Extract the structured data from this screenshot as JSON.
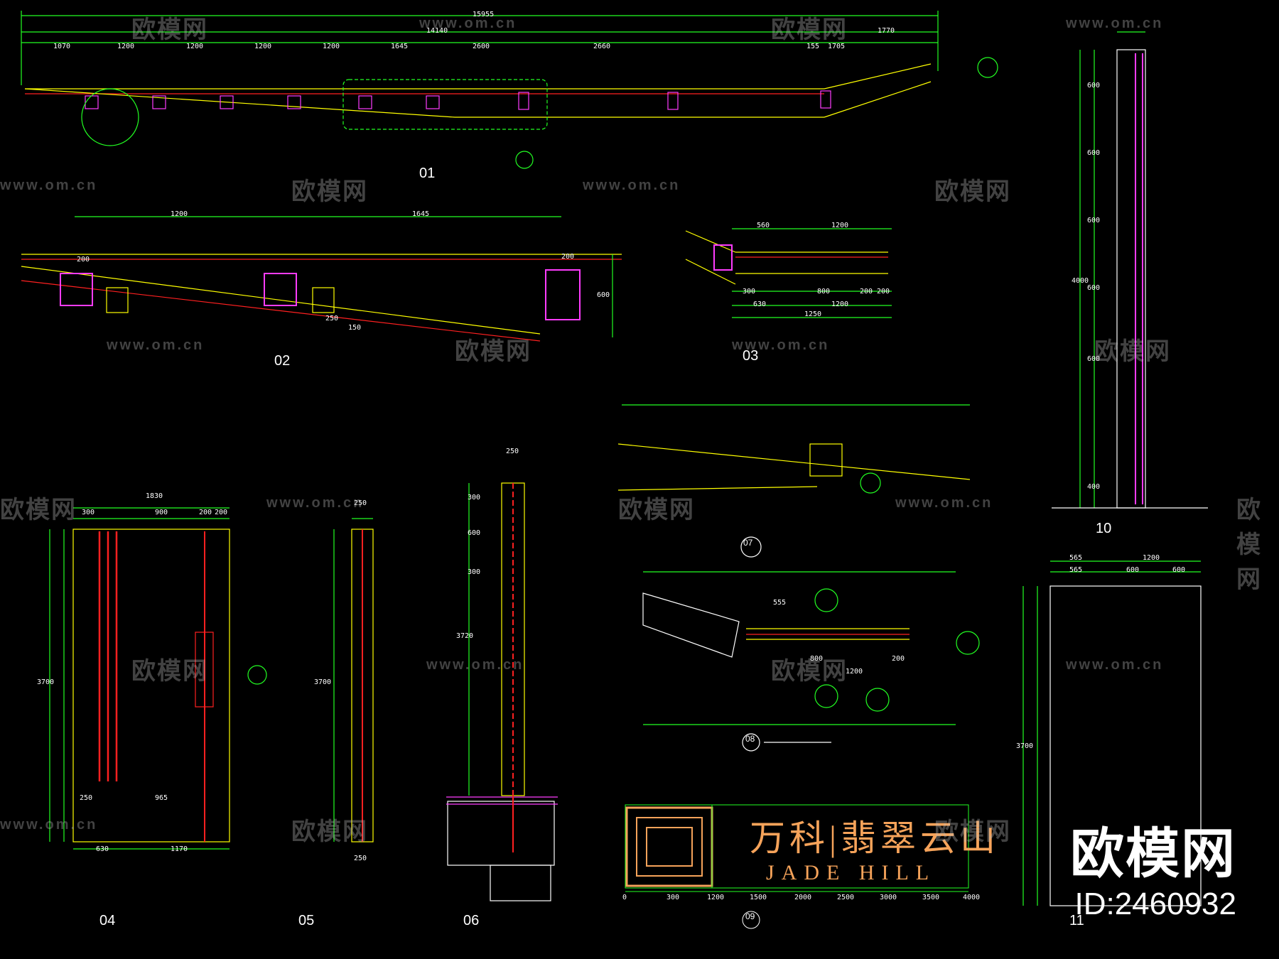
{
  "drawing": {
    "details": [
      {
        "id": "01"
      },
      {
        "id": "02"
      },
      {
        "id": "03"
      },
      {
        "id": "04"
      },
      {
        "id": "05"
      },
      {
        "id": "06"
      },
      {
        "id": "07"
      },
      {
        "id": "08"
      },
      {
        "id": "09"
      },
      {
        "id": "10"
      },
      {
        "id": "11"
      }
    ],
    "dims_01": [
      "15955",
      "14140",
      "1070",
      "1200",
      "1200",
      "1200",
      "1200",
      "1645",
      "2600",
      "2660",
      "1770",
      "1705",
      "155"
    ],
    "dims_02": [
      "1200",
      "1645",
      "200",
      "200",
      "600",
      "250",
      "150"
    ],
    "dims_03": [
      "560",
      "1200",
      "300",
      "800",
      "200",
      "200",
      "630",
      "1200",
      "1250"
    ],
    "dims_04": [
      "1830",
      "300",
      "900",
      "200",
      "200",
      "3700",
      "250",
      "965",
      "630",
      "1170"
    ],
    "dims_05": [
      "250",
      "3700",
      "250"
    ],
    "dims_06": [
      "250",
      "3720",
      "300",
      "600",
      "300"
    ],
    "dims_08": [
      "555",
      "800",
      "200",
      "1200"
    ],
    "dims_09": [
      "0",
      "300",
      "1200",
      "1500",
      "2000",
      "2500",
      "3000",
      "3500",
      "4000"
    ],
    "dims_10": [
      "4000",
      "600",
      "600",
      "600",
      "600",
      "600",
      "400"
    ],
    "dims_11": [
      "565",
      "1200",
      "565",
      "600",
      "600",
      "3700"
    ]
  },
  "sign": {
    "chinese": "万科|翡翠云山",
    "english": "JADE HILL"
  },
  "watermark": {
    "logo_text": "欧模网",
    "url": "www.om.cn",
    "brand": "欧模网",
    "id_text": "ID:2460932"
  },
  "colors": {
    "background": "#000000",
    "line_main": "#ffff00",
    "line_red": "#ff2020",
    "line_magenta": "#ff3cff",
    "line_green": "#22ff22",
    "line_white": "#ffffff",
    "sign_orange": "#f6a35a"
  }
}
